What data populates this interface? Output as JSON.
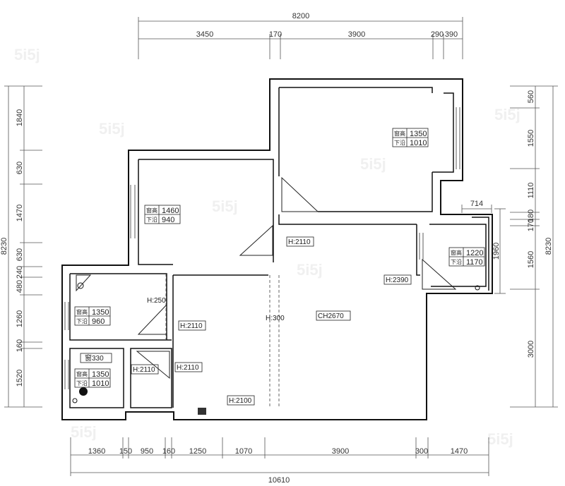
{
  "dimensions": {
    "top_total": "8200",
    "top": [
      "3450",
      "170",
      "3900",
      "290",
      "390"
    ],
    "bottom_total": "10610",
    "bottom": [
      "1360",
      "150",
      "950",
      "160",
      "1250",
      "1070",
      "3900",
      "300",
      "1470"
    ],
    "left": [
      "1840",
      "630",
      "1470",
      "630",
      "240",
      "480",
      "1260",
      "160",
      "1520"
    ],
    "left_total": "8230",
    "right": [
      "560",
      "1550",
      "1110",
      "180",
      "170",
      "1560",
      "3000"
    ],
    "right_total": "8230",
    "balcony_width": "714",
    "balcony_depth": "1960"
  },
  "heights": {
    "door_living_top": "H:2110",
    "living_right": "H:2390",
    "hall_opening": "H:300",
    "ceiling": "CH2670",
    "kitchen": "H:250",
    "corridor_upper": "H:2110",
    "corridor_lower": "H:2110",
    "bath_door": "H:2110",
    "entry": "H:2100"
  },
  "windows": [
    {
      "top_label": "窗高",
      "top_value": "1350",
      "bottom_label": "下沿",
      "bottom_value": "1010"
    },
    {
      "top_label": "窗高",
      "top_value": "1460",
      "bottom_label": "下沿",
      "bottom_value": "940"
    },
    {
      "top_label": "窗高",
      "top_value": "1220",
      "bottom_label": "下沿",
      "bottom_value": "1170"
    },
    {
      "top_label": "窗高",
      "top_value": "1350",
      "bottom_label": "下沿",
      "bottom_value": "960"
    },
    {
      "top_label": "窗高",
      "top_value": "1350",
      "bottom_label": "下沿",
      "bottom_value": "1010"
    }
  ],
  "bath_label": "窗330",
  "watermark": "5i5j"
}
